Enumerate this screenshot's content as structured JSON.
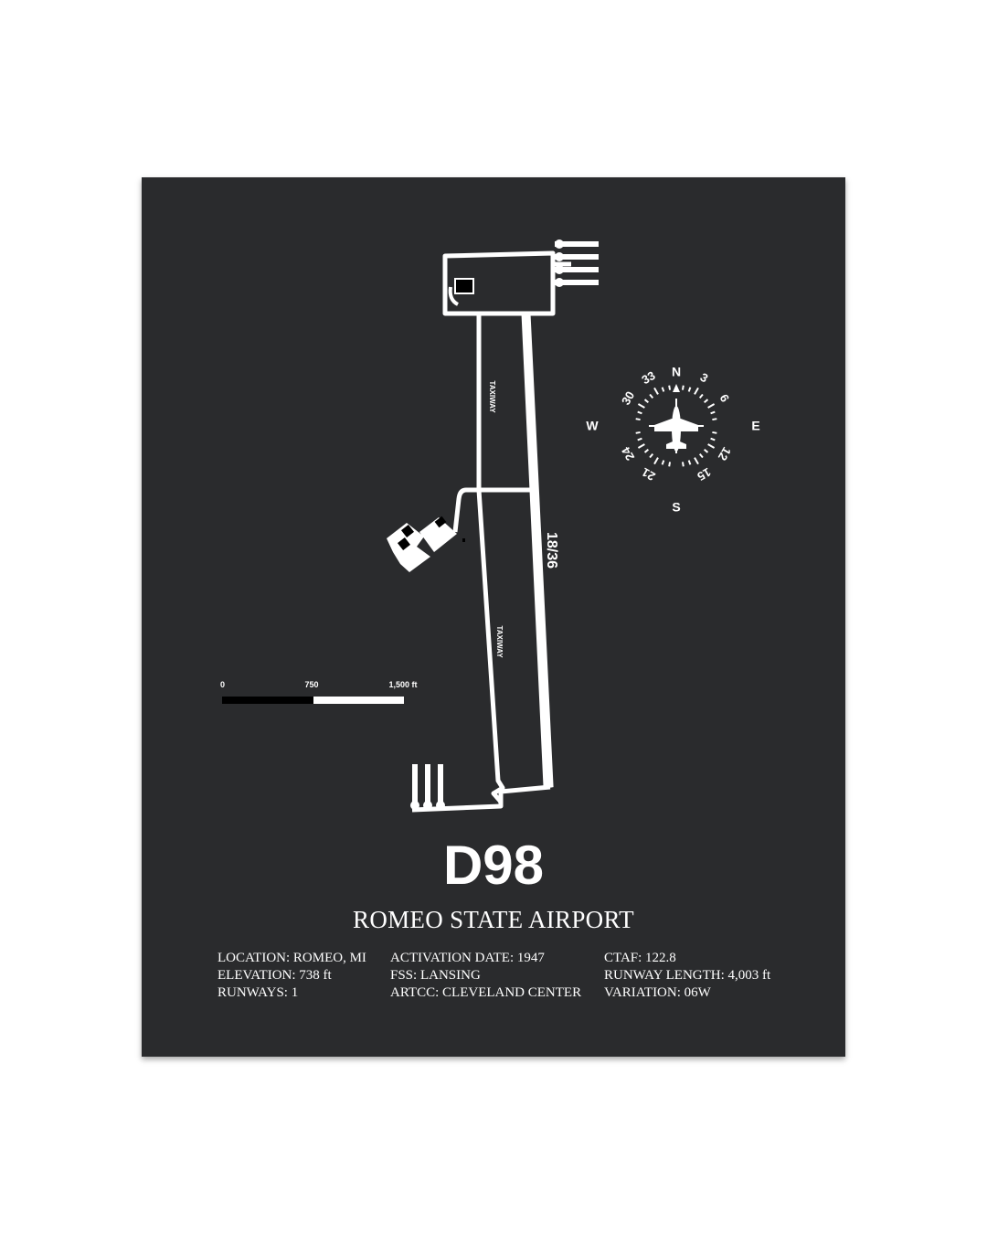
{
  "airport": {
    "code": "D98",
    "name": "ROMEO STATE AIRPORT"
  },
  "diagram": {
    "runway_label": "18/36",
    "taxiway_labels": [
      "TAXIWAY",
      "TAXIWAY"
    ],
    "scale_bar": {
      "labels": [
        "0",
        "750",
        "1,500 ft"
      ]
    },
    "compass": {
      "cardinals": {
        "n": "N",
        "e": "E",
        "s": "S",
        "w": "W"
      },
      "headings": [
        "3",
        "6",
        "12",
        "15",
        "21",
        "24",
        "30",
        "33"
      ],
      "icon": "airplane-icon"
    }
  },
  "info": {
    "col1": [
      "LOCATION: ROMEO, MI",
      "ELEVATION: 738 ft",
      "RUNWAYS: 1"
    ],
    "col2": [
      "ACTIVATION DATE: 1947",
      "FSS: LANSING",
      "ARTCC: CLEVELAND CENTER"
    ],
    "col3": [
      "CTAF: 122.8",
      "RUNWAY LENGTH: 4,003 ft",
      "VARIATION: 06W"
    ]
  },
  "colors": {
    "poster_background": "#2a2b2d",
    "foreground": "#ffffff",
    "page_background": "#ffffff"
  }
}
